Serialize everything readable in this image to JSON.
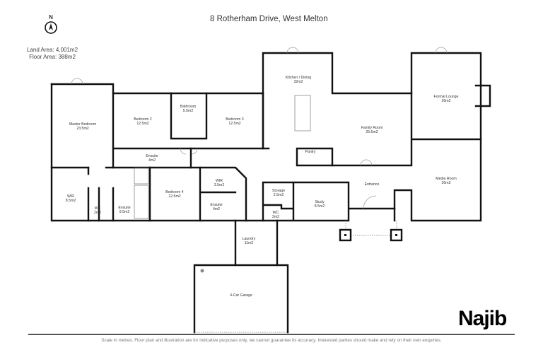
{
  "header": {
    "title": "8 Rotherham Drive, West Melton"
  },
  "compass": {
    "label": "N",
    "icon": "north-arrow-icon"
  },
  "areas": {
    "land": "Land Area: 4,001m2",
    "floor": "Floor Area: 388m2"
  },
  "rooms": [
    {
      "name": "Master Bedroom",
      "area": "23.5m2"
    },
    {
      "name": "Bedroom 2",
      "area": "12.5m2"
    },
    {
      "name": "Bathroom",
      "area": "5.5m2"
    },
    {
      "name": "Bedroom 3",
      "area": "12.5m2"
    },
    {
      "name": "Kitchen / Dining",
      "area": "32m2"
    },
    {
      "name": "Family Room",
      "area": "25.5m2"
    },
    {
      "name": "Formal Lounge",
      "area": "26m2"
    },
    {
      "name": "Media Room",
      "area": "26m2"
    },
    {
      "name": "Ensuite",
      "area": "4m2"
    },
    {
      "name": "WIR",
      "area": "8.5m2"
    },
    {
      "name": "WC",
      "area": "2m2"
    },
    {
      "name": "Ensuite",
      "area": "9.5m2"
    },
    {
      "name": "Bedroom 4",
      "area": "12.5m2"
    },
    {
      "name": "WIR",
      "area": "3.5m2"
    },
    {
      "name": "Ensuite",
      "area": "4m2"
    },
    {
      "name": "Storage",
      "area": "2.5m2"
    },
    {
      "name": "WC",
      "area": "2m2"
    },
    {
      "name": "Study",
      "area": "8.5m2"
    },
    {
      "name": "Pantry",
      "area": ""
    },
    {
      "name": "Entrance",
      "area": ""
    },
    {
      "name": "Laundry",
      "area": "11m2"
    },
    {
      "name": "4-Car Garage",
      "area": ""
    }
  ],
  "footer": {
    "brand": "Najib",
    "disclaimer": "Scale in metres. Floor plan and illustration are for indicative purposes only, we cannot guarantee its accuracy. Interested parties should make and rely on their own enquiries."
  }
}
